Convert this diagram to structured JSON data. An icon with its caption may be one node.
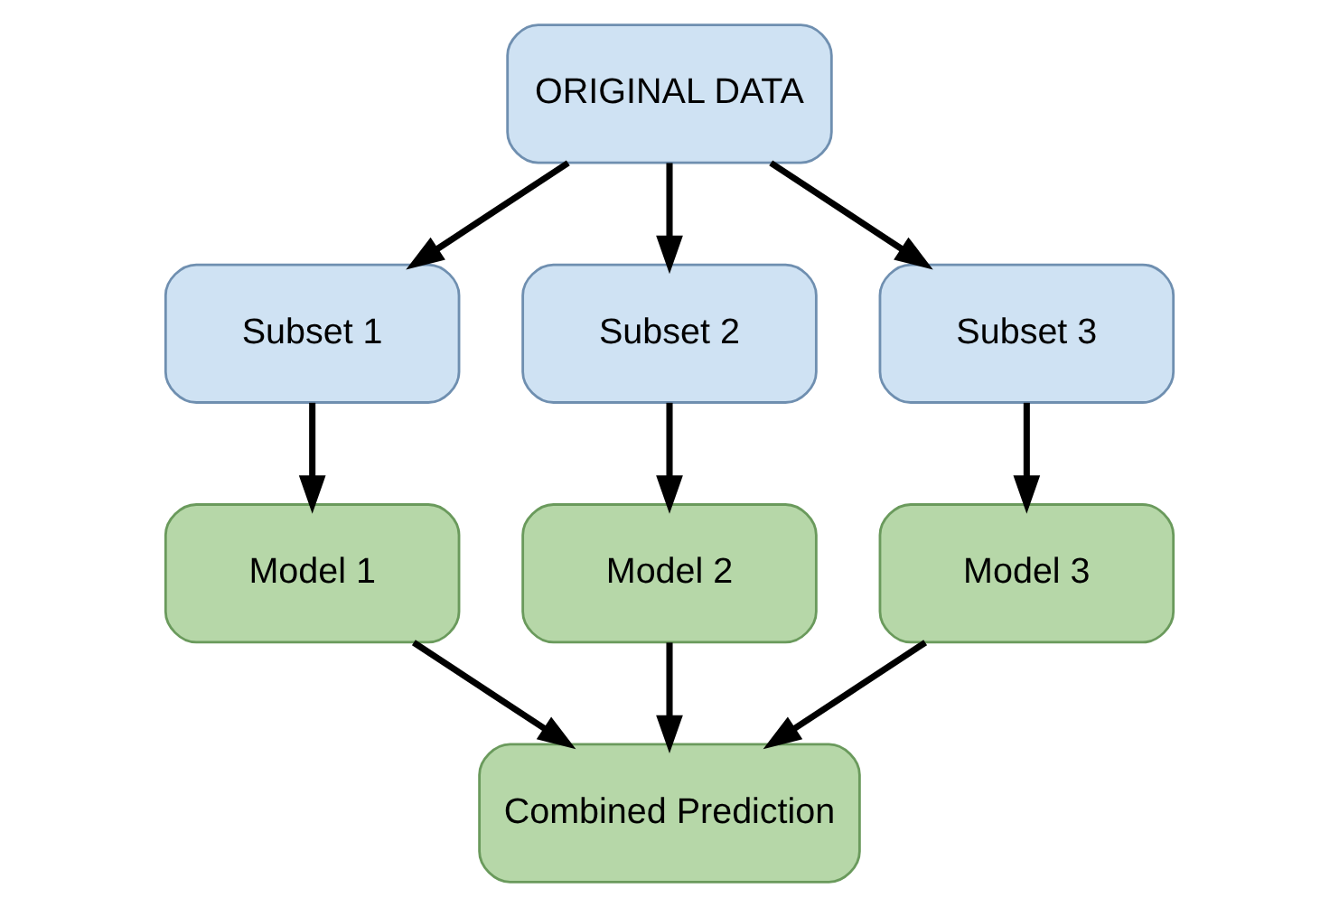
{
  "diagram": {
    "nodes": [
      {
        "text": [
          "ORIGINAL DATA"
        ]
      },
      {
        "text": [
          "Subset 1"
        ]
      },
      {
        "text": [
          "Subset 2"
        ]
      },
      {
        "text": [
          "Subset 3"
        ]
      },
      {
        "text": [
          "Model 1"
        ]
      },
      {
        "text": [
          "Model 2"
        ]
      },
      {
        "text": [
          "Model 3"
        ]
      },
      {
        "text": [
          "Combined Prediction"
        ]
      }
    ],
    "edges": [
      {
        "from": 0,
        "to": 1,
        "arrow": "to"
      },
      {
        "from": 0,
        "to": 2,
        "arrow": "to"
      },
      {
        "from": 0,
        "to": 3,
        "arrow": "to"
      },
      {
        "from": 1,
        "to": 4,
        "arrow": "to"
      },
      {
        "from": 2,
        "to": 5,
        "arrow": "to"
      },
      {
        "from": 3,
        "to": 6,
        "arrow": "to"
      },
      {
        "from": 4,
        "to": 7,
        "arrow": "to"
      },
      {
        "from": 5,
        "to": 7,
        "arrow": "to"
      },
      {
        "from": 6,
        "to": 7,
        "arrow": "to"
      }
    ]
  }
}
